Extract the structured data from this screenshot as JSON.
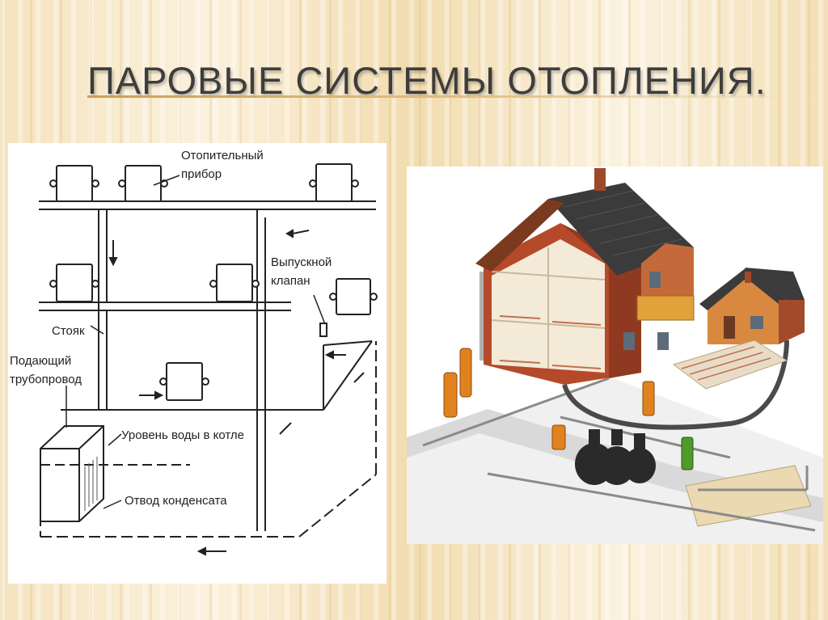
{
  "slide": {
    "title": "ПАРОВЫЕ СИСТЕМЫ ОТОПЛЕНИЯ."
  },
  "diagram": {
    "labels": {
      "heater": [
        "Отопительный",
        "прибор"
      ],
      "valve": [
        "Выпускной",
        "клапан"
      ],
      "riser": "Стояк",
      "supply": [
        "Подающий",
        "трубопровод"
      ],
      "water_level": "Уровень воды в котле",
      "condensate": "Отвод конденсата"
    }
  }
}
